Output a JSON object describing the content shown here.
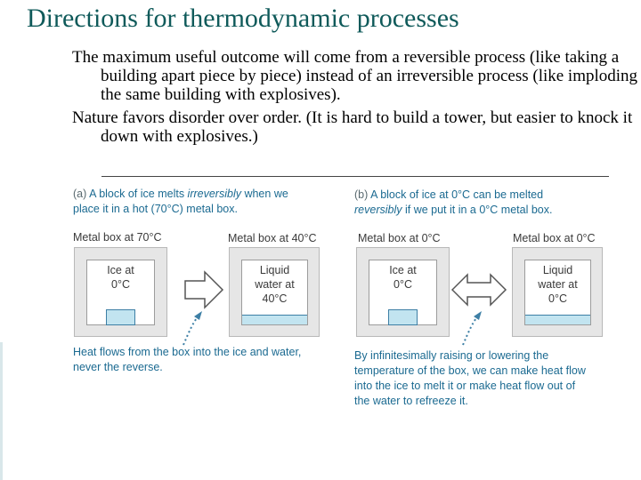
{
  "slide": {
    "title": "Directions for thermodynamic processes",
    "paragraphs": [
      "The maximum useful outcome will come from a reversible process (like taking a building apart piece by piece) instead of an irreversible process (like imploding the same building with explosives).",
      "Nature favors disorder over order. (It is hard to build a tower, but easier to knock it down with explosives.)"
    ]
  },
  "figure": {
    "a": {
      "letter": "(a)",
      "line1_pre": "A block of ice melts ",
      "line1_em": "irreversibly",
      "line1_post": " when we",
      "line2": "place it in a hot (70°C) metal box.",
      "box1_label": "Metal box at 70°C",
      "box1_line1": "Ice at",
      "box1_line2": "0°C",
      "box2_label": "Metal box at 40°C",
      "box2_line1": "Liquid",
      "box2_line2": "water at",
      "box2_line3": "40°C",
      "note_line1": "Heat flows from the box into the ice and water,",
      "note_line2": "never the reverse."
    },
    "b": {
      "letter": "(b)",
      "line1": "A block of ice at 0°C can be melted",
      "line2_em": "reversibly",
      "line2_post": " if we put it in a 0°C metal box.",
      "box1_label": "Metal box at 0°C",
      "box1_line1": "Ice at",
      "box1_line2": "0°C",
      "box2_label": "Metal box at 0°C",
      "box2_line1": "Liquid",
      "box2_line2": "water at",
      "box2_line3": "0°C",
      "note_line1": "By infinitesimally raising or lowering the",
      "note_line2": "temperature of the box, we can make heat flow",
      "note_line3": "into the ice to melt it or make heat flow out of",
      "note_line4": "the water to refreeze it."
    }
  },
  "colors": {
    "title": "#0f5a5a",
    "caption": "#1b6a91",
    "ice": "#c2e4f0",
    "arrow_dots": "#3d7fa5"
  }
}
